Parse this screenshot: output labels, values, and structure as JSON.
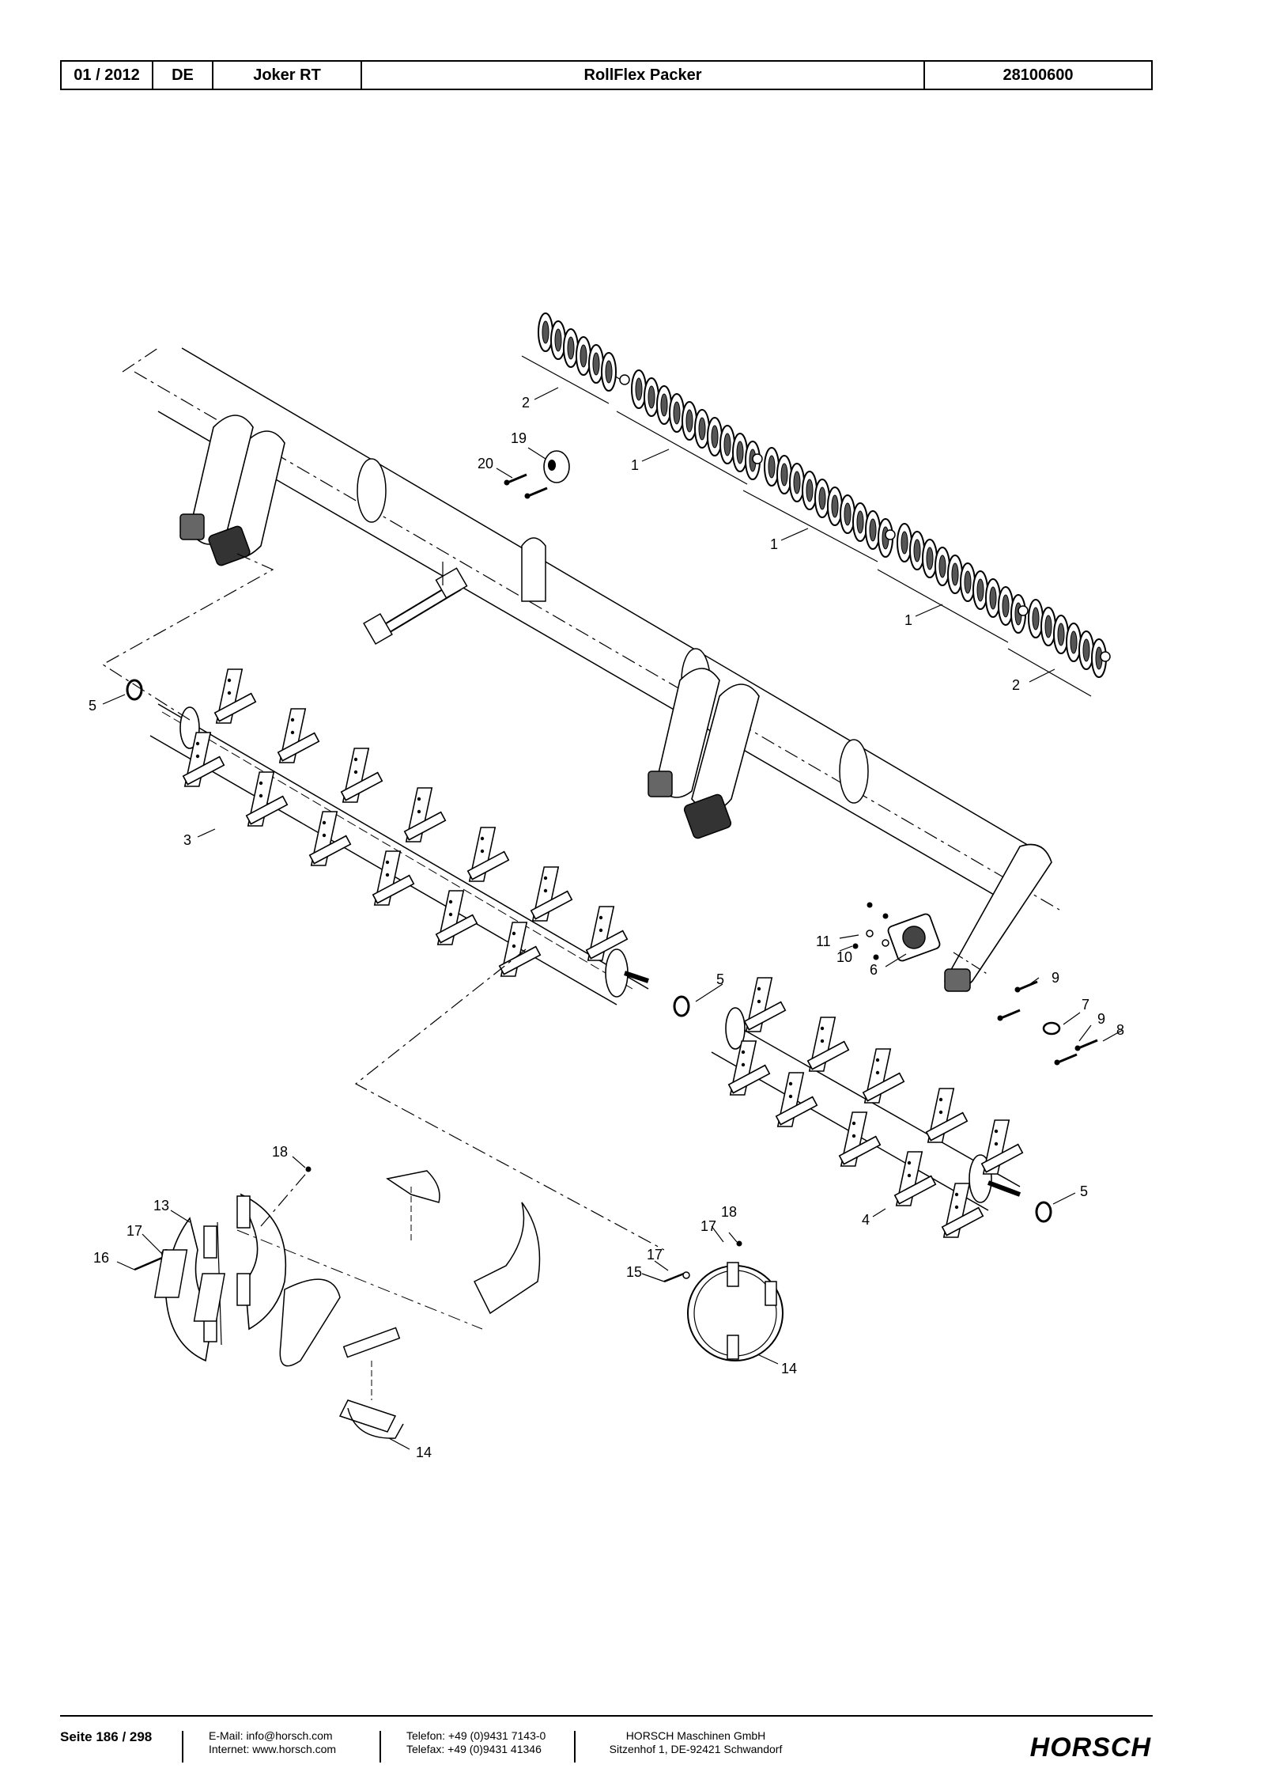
{
  "header": {
    "date": "01 / 2012",
    "lang": "DE",
    "model": "Joker RT",
    "title": "RollFlex Packer",
    "part_no": "28100600"
  },
  "callouts": {
    "c1a": "1",
    "c1b": "1",
    "c1c": "1",
    "c2a": "2",
    "c2b": "2",
    "c3": "3",
    "c4": "4",
    "c5a": "5",
    "c5b": "5",
    "c5c": "5",
    "c6": "6",
    "c7": "7",
    "c8": "8",
    "c9a": "9",
    "c9b": "9",
    "c10": "10",
    "c11": "11",
    "c13": "13",
    "c14a": "14",
    "c14b": "14",
    "c15": "15",
    "c16": "16",
    "c17a": "17",
    "c17b": "17",
    "c17c": "17",
    "c18a": "18",
    "c18b": "18",
    "c19": "19",
    "c20": "20"
  },
  "footer": {
    "page": "Seite 186 / 298",
    "email": "E-Mail: info@horsch.com",
    "web": "Internet: www.horsch.com",
    "phone": "Telefon: +49 (0)9431 7143-0",
    "fax": "Telefax: +49 (0)9431 41346",
    "company": "HORSCH Maschinen GmbH",
    "address": "Sitzenhof 1, DE-92421 Schwandorf",
    "logo": "HORSCH"
  }
}
